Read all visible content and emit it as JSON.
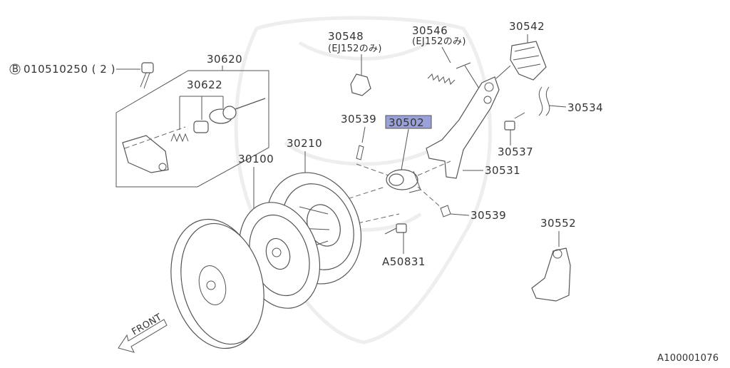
{
  "diagram_id": "A100001076",
  "highlight_color": "#9aa0d8",
  "labels": {
    "bolt_spec": "010510250 ( 2 )",
    "bolt_prefix": "B",
    "p30620": "30620",
    "p30622": "30622",
    "p30548": "30548",
    "p30548_note": "(EJ152のみ)",
    "p30546": "30546",
    "p30546_note": "(EJ152のみ)",
    "p30542": "30542",
    "p30534": "30534",
    "p30539_top": "30539",
    "p30502": "30502",
    "p30537": "30537",
    "p30531": "30531",
    "p30210": "30210",
    "p30100": "30100",
    "p30539_bottom": "30539",
    "p30552": "30552",
    "pA50831": "A50831",
    "front": "FRONT"
  }
}
